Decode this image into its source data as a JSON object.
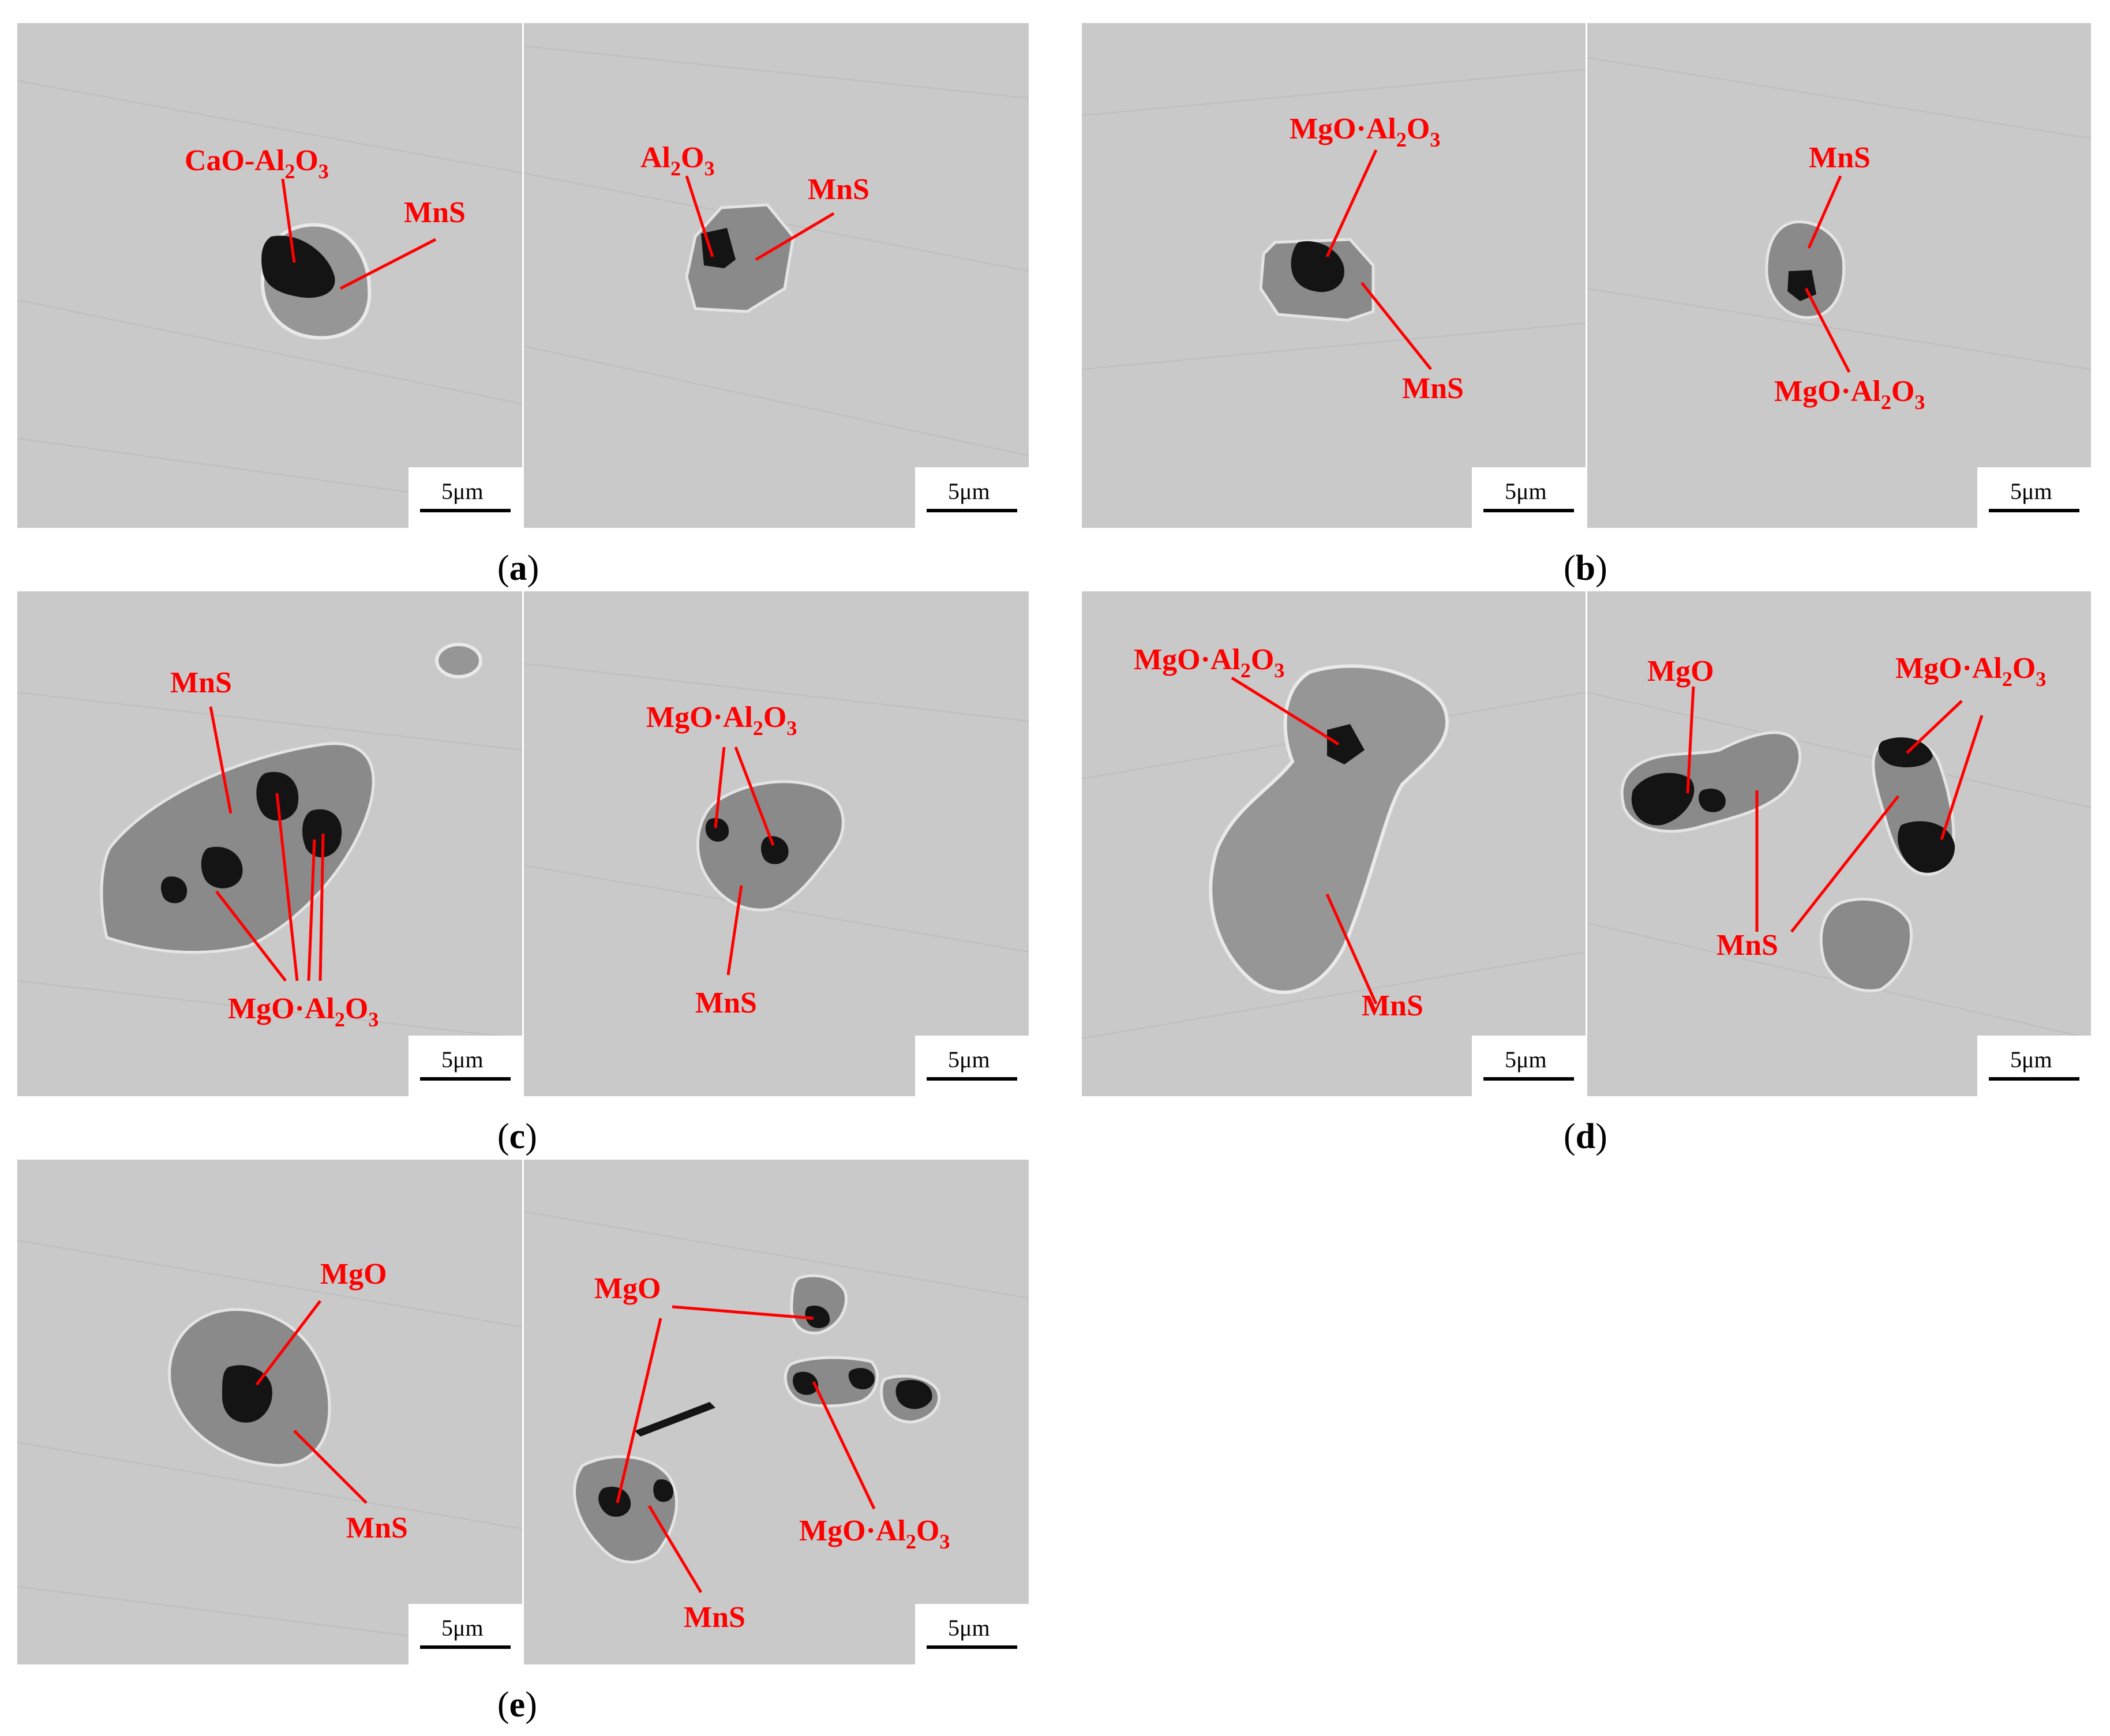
{
  "scale": "5μm",
  "panels": [
    {
      "id": "a",
      "caption_letter": "a",
      "left": {
        "labels": [
          {
            "text": "CaO-Al",
            "sub": "2",
            "text2": "O",
            "sub2": "3"
          },
          {
            "text": "MnS"
          }
        ]
      },
      "right": {
        "labels": [
          {
            "text": "Al",
            "sub": "2",
            "text2": "O",
            "sub2": "3"
          },
          {
            "text": "MnS"
          }
        ]
      }
    },
    {
      "id": "b",
      "caption_letter": "b",
      "left": {
        "labels": [
          {
            "text": "MgO·Al",
            "sub": "2",
            "text2": "O",
            "sub2": "3"
          },
          {
            "text": "MnS"
          }
        ]
      },
      "right": {
        "labels": [
          {
            "text": "MnS"
          },
          {
            "text": "MgO·Al",
            "sub": "2",
            "text2": "O",
            "sub2": "3"
          }
        ]
      }
    },
    {
      "id": "c",
      "caption_letter": "c",
      "left": {
        "labels": [
          {
            "text": "MnS"
          },
          {
            "text": "MgO·Al",
            "sub": "2",
            "text2": "O",
            "sub2": "3"
          }
        ]
      },
      "right": {
        "labels": [
          {
            "text": "MgO·Al",
            "sub": "2",
            "text2": "O",
            "sub2": "3"
          },
          {
            "text": "MnS"
          }
        ]
      }
    },
    {
      "id": "d",
      "caption_letter": "d",
      "left": {
        "labels": [
          {
            "text": "MgO·Al",
            "sub": "2",
            "text2": "O",
            "sub2": "3"
          },
          {
            "text": "MnS"
          }
        ]
      },
      "right": {
        "labels": [
          {
            "text": "MgO"
          },
          {
            "text": "MgO·Al",
            "sub": "2",
            "text2": "O",
            "sub2": "3"
          },
          {
            "text": "MnS"
          }
        ]
      }
    },
    {
      "id": "e",
      "caption_letter": "e",
      "left": {
        "labels": [
          {
            "text": "MgO"
          },
          {
            "text": "MnS"
          }
        ]
      },
      "right": {
        "labels": [
          {
            "text": "MgO"
          },
          {
            "text": "MgO·Al",
            "sub": "2",
            "text2": "O",
            "sub2": "3"
          },
          {
            "text": "MnS"
          }
        ]
      }
    }
  ]
}
